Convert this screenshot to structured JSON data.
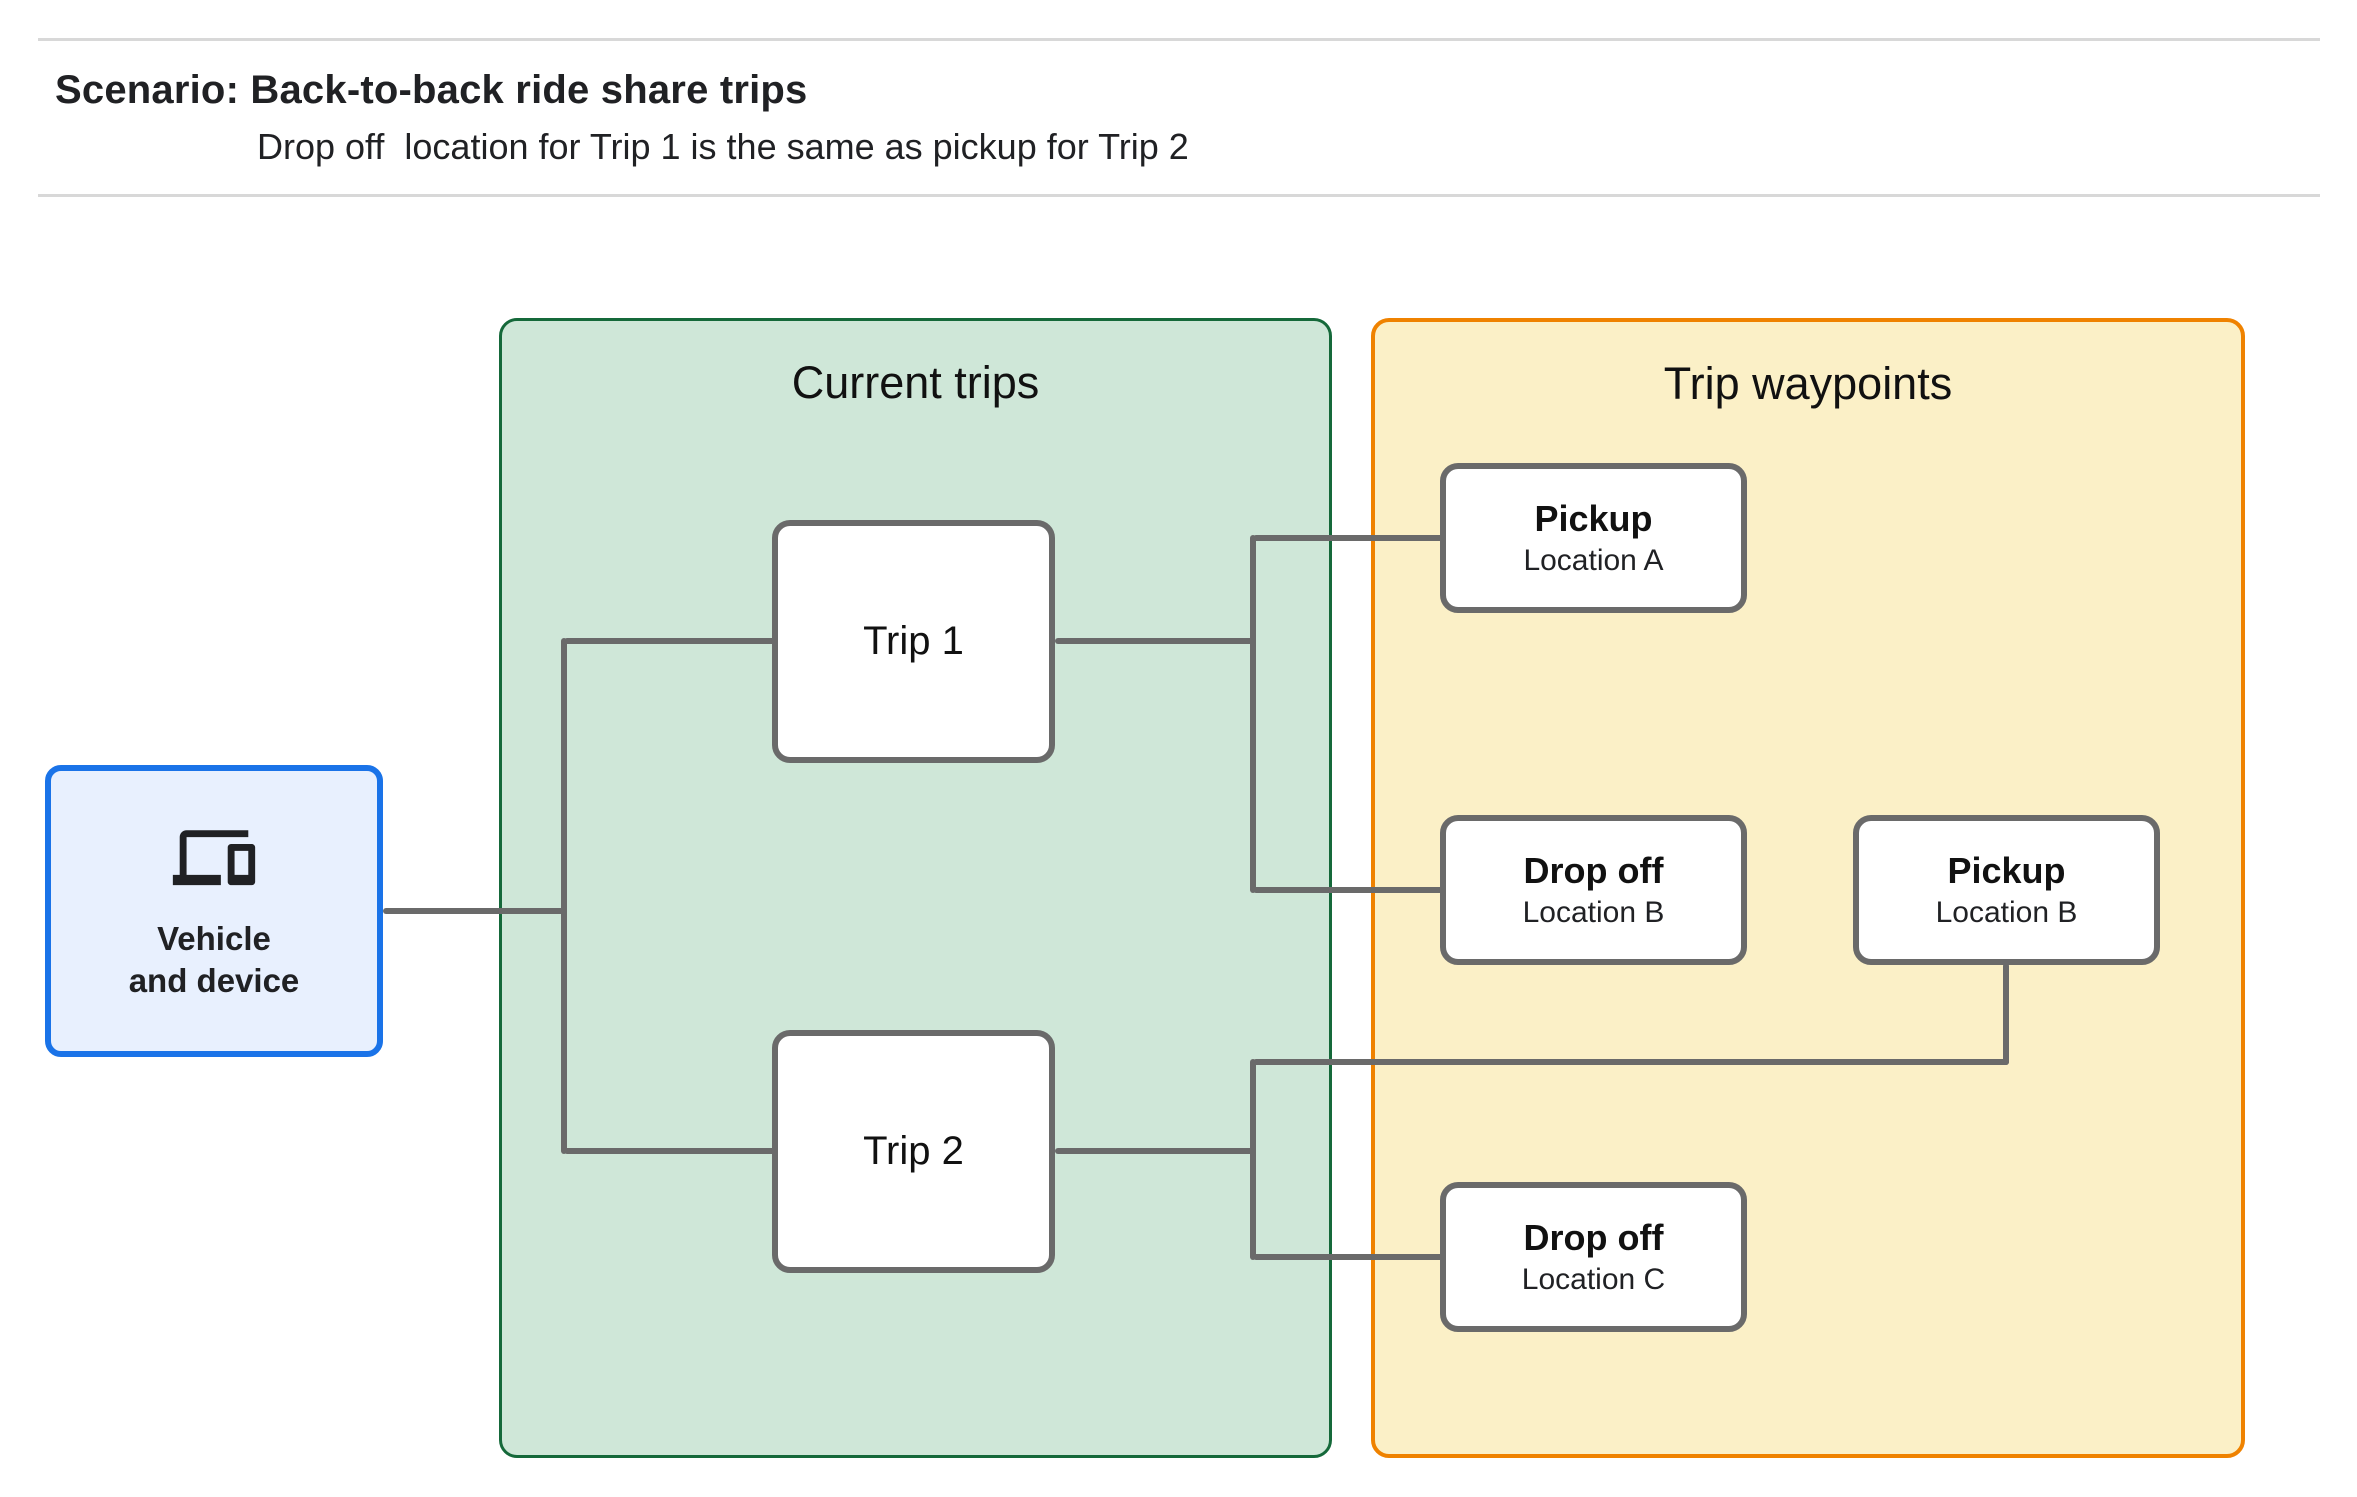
{
  "header": {
    "title": "Scenario: Back-to-back ride share trips",
    "subtitle": "Drop off  location for Trip 1 is the same as pickup for Trip 2"
  },
  "vehicle": {
    "icon": "devices-icon",
    "label_line1": "Vehicle",
    "label_line2": "and device"
  },
  "groups": {
    "current_trips": {
      "title": "Current trips"
    },
    "trip_waypoints": {
      "title": "Trip waypoints"
    }
  },
  "trips": {
    "trip1": {
      "label": "Trip 1"
    },
    "trip2": {
      "label": "Trip 2"
    }
  },
  "waypoints": {
    "pickup_a": {
      "title": "Pickup",
      "subtitle": "Location A"
    },
    "dropoff_b": {
      "title": "Drop off",
      "subtitle": "Location B"
    },
    "pickup_b": {
      "title": "Pickup",
      "subtitle": "Location B"
    },
    "dropoff_c": {
      "title": "Drop off",
      "subtitle": "Location C"
    }
  },
  "colors": {
    "current_trips_fill": "#cfe7d8",
    "current_trips_border": "#15693a",
    "trip_waypoints_fill": "#fbf0c7",
    "trip_waypoints_border": "#ef8200",
    "vehicle_fill": "#e8f0fe",
    "vehicle_border": "#1a73e8",
    "node_border": "#6a6a6a",
    "connector": "#6a6a6a",
    "divider": "#d8d8d8",
    "text": "#202124"
  }
}
